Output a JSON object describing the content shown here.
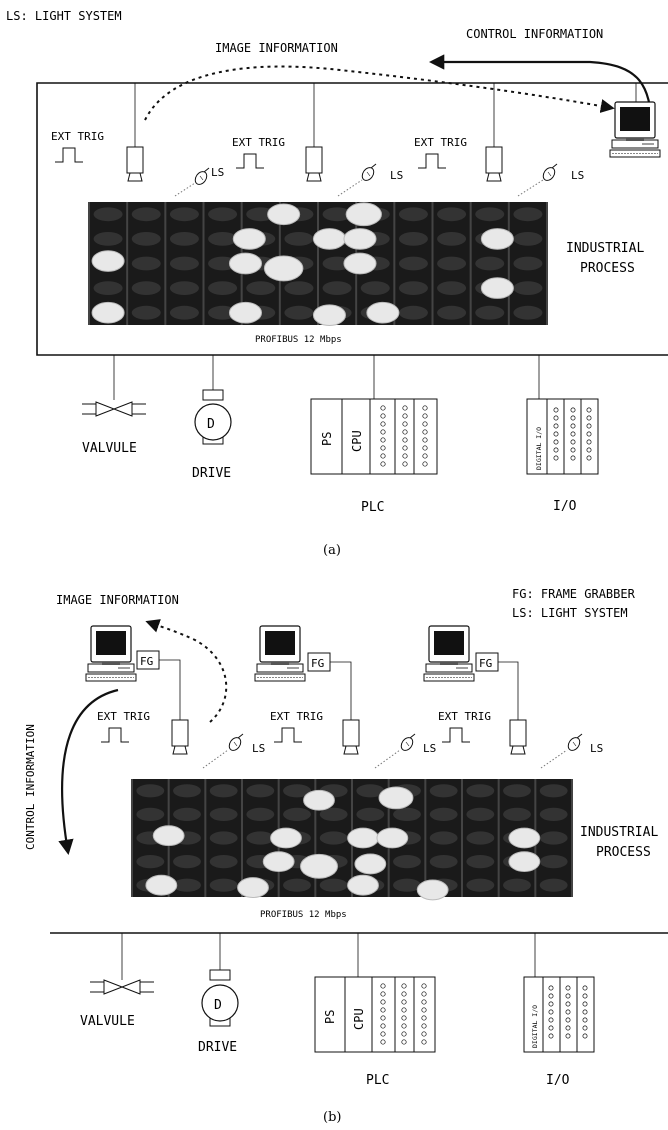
{
  "panel_a": {
    "legend_ls": "LS: LIGHT SYSTEM",
    "image_information": "IMAGE INFORMATION",
    "control_information": "CONTROL INFORMATION",
    "ext_trig": "EXT TRIG",
    "ls": "LS",
    "industrial": "INDUSTRIAL",
    "process": "PROCESS",
    "profibus": "PROFIBUS 12 Mbps",
    "valvule": "VALVULE",
    "drive": "DRIVE",
    "drive_letter": "D",
    "plc": "PLC",
    "ps": "PS",
    "cpu": "CPU",
    "io": "I/O",
    "digital_io": "DIGITAL I/O",
    "caption": "(a)"
  },
  "panel_b": {
    "legend_fg": "FG: FRAME GRABBER",
    "legend_ls": "LS: LIGHT SYSTEM",
    "image_information": "IMAGE INFORMATION",
    "control_information": "CONTROL INFORMATION",
    "fg": "FG",
    "ext_trig": "EXT TRIG",
    "ls": "LS",
    "industrial": "INDUSTRIAL",
    "process": "PROCESS",
    "profibus": "PROFIBUS 12 Mbps",
    "valvule": "VALVULE",
    "drive": "DRIVE",
    "drive_letter": "D",
    "plc": "PLC",
    "ps": "PS",
    "cpu": "CPU",
    "io": "I/O",
    "digital_io": "DIGITAL I/O",
    "caption": "(b)"
  },
  "colors": {
    "background": "#ffffff",
    "ink": "#111111",
    "belt_dark": "#1a1a1a",
    "object_light": "#e8e8e8"
  },
  "icons": [
    "computer-icon",
    "camera-icon",
    "lamp-icon",
    "valve-icon",
    "motor-icon",
    "trigger-pulse-icon"
  ]
}
